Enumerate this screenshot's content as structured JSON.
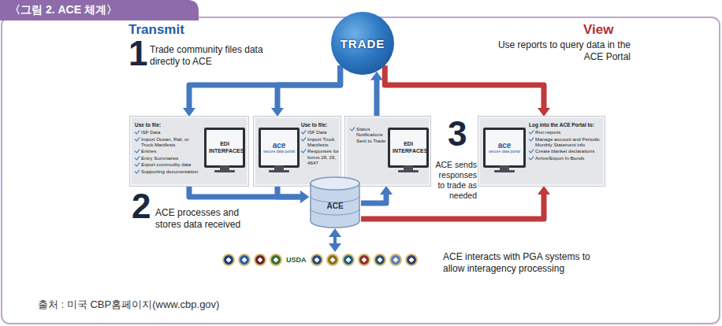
{
  "diagram": {
    "title": "〈그림 2. ACE 체계〉",
    "caption": "출처 : 미국 CBP홈페이지(www.cbp.gov)",
    "nodes": [
      {
        "text": [
          "TRADE"
        ]
      },
      {
        "text": [
          "Use to file:",
          "ISF Data",
          "Import Ocean, Rail, or Truck Manifests",
          "Entries",
          "Entry Summaries",
          "Export commodity data",
          "Supporting documentation"
        ]
      },
      {
        "text": [
          "EDI INTERFACES"
        ],
        "in": 1
      },
      {
        "text": [
          "Use to file:",
          "ISF Data",
          "Import Truck Manifests",
          "Responses for forms 28, 29, 4647"
        ]
      },
      {
        "text": [
          "ace",
          "secure data portal"
        ],
        "in": 3
      },
      {
        "text": [
          "Status Notifications Sent to Trade"
        ]
      },
      {
        "text": [
          "EDI INTERFACES"
        ],
        "in": 5
      },
      {
        "text": [
          "Log into the ACE Portal to:",
          "Run reports",
          "Manage account and Periodic Monthly Statement info",
          "Create blanket declarations",
          "Arrive/Export In-Bonds"
        ]
      },
      {
        "text": [
          "ace",
          "secure data portal"
        ],
        "in": 7
      },
      {
        "text": [
          "ACE"
        ]
      },
      {
        "text": [
          "USDA"
        ]
      }
    ],
    "edges": [
      {
        "from": 0,
        "to": 1,
        "arrow": "to"
      },
      {
        "from": 0,
        "to": 3,
        "arrow": "to"
      },
      {
        "from": 1,
        "to": 9,
        "arrow": "to"
      },
      {
        "from": 3,
        "to": 9,
        "arrow": "to"
      },
      {
        "from": 9,
        "to": 5,
        "arrow": "to"
      },
      {
        "from": 5,
        "to": 0,
        "arrow": "to"
      },
      {
        "from": 0,
        "to": 7,
        "arrow": "to"
      },
      {
        "from": 9,
        "to": 7,
        "arrow": "to"
      },
      {
        "from": 9,
        "to": 10,
        "arrow": "both"
      }
    ],
    "labels": [
      "Transmit",
      "1",
      "Trade community files data directly to ACE",
      "View",
      "Use reports to query data in the ACE Portal",
      "2",
      "ACE processes and stores data received",
      "3",
      "ACE sends responses to trade as needed",
      "ACE interacts with PGA systems to allow interagency processing"
    ]
  }
}
